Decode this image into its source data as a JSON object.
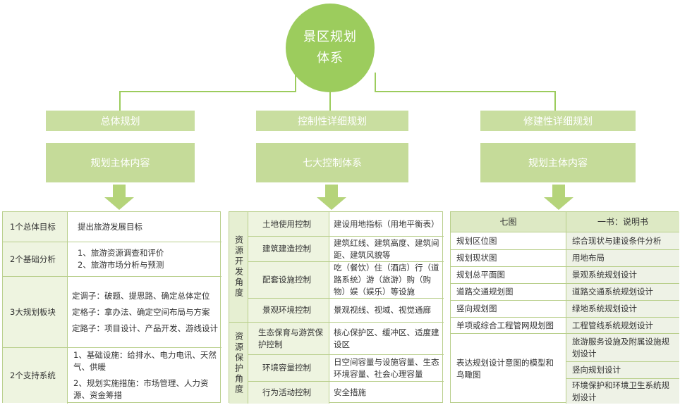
{
  "root": {
    "title": "景区规划体系"
  },
  "branches": {
    "left": {
      "sub_label": "总体规划",
      "main_label": "规划主体内容"
    },
    "middle": {
      "sub_label": "控制性详细规划",
      "main_label": "七大控制体系"
    },
    "right": {
      "sub_label": "修建性详细规划",
      "main_label": "规划主体内容"
    }
  },
  "left_table": {
    "rows": [
      {
        "label": "1个总体目标",
        "items": [
          "提出旅游发展目标"
        ]
      },
      {
        "label": "2个基础分析",
        "items": [
          "1、旅游资源调查和评价",
          "2、旅游市场分析与预测"
        ]
      },
      {
        "label": "3大规划板块",
        "items": [
          "定调子：破题、提思路、确定总体定位",
          "定格子：拿办法、确定空间布局与方案",
          "定路子：项目设计、产品开发、游线设计"
        ]
      },
      {
        "label": "2个支持系统",
        "items": [
          "1、基础设施：给排水、电力电讯、天然气、供暖",
          "2、规划实施措施：市场管理、人力资源、资金筹措"
        ]
      }
    ]
  },
  "middle_table": {
    "groups": [
      {
        "side_label": "资源开发角度",
        "rows": [
          {
            "name": "土地使用控制",
            "desc": "建设用地指标（用地平衡表）"
          },
          {
            "name": "建筑建造控制",
            "desc": "建筑红线、建筑高度、建筑间距、建筑风貌等"
          },
          {
            "name": "配套设施控制",
            "desc": "吃（餐饮）住（酒店）行（道路系统）游（旅游）购（购物）娱（娱乐）等设施"
          },
          {
            "name": "景观环境控制",
            "desc": "景观视线、视域、视觉通廊"
          }
        ]
      },
      {
        "side_label": "资源保护角度",
        "rows": [
          {
            "name": "生态保育与游赏保护控制",
            "desc": "核心保护区、缓冲区、适度建设区"
          },
          {
            "name": "环境容量控制",
            "desc": "日空间容量与设施容量、生态环境容量、社会心理容量"
          },
          {
            "name": "行为活动控制",
            "desc": "安全措施"
          }
        ]
      }
    ]
  },
  "right_table": {
    "header_left": "七图",
    "header_right": "一书：说明书",
    "left_items": [
      "规划区位图",
      "规划现状图",
      "规划总平面图",
      "道路交通规划图",
      "竖向规划图",
      "单项或综合工程管网规划图",
      "表达规划设计意图的模型和鸟瞰图"
    ],
    "right_items": [
      "综合现状与建设条件分析",
      "用地布局",
      "景观系统规划设计",
      "道路交通系统规划设计",
      "绿地系统规划设计",
      "工程管线系统规划设计",
      "旅游服务设施及附属设施规划设计",
      "竖向规划设计",
      "环境保护和环境卫生系统规划设计"
    ]
  }
}
